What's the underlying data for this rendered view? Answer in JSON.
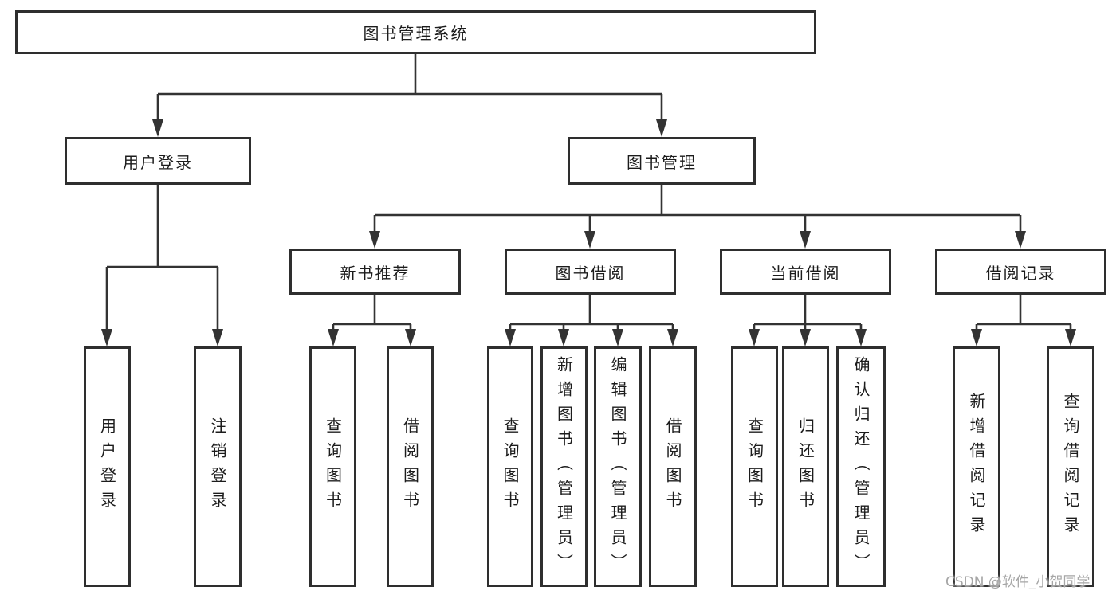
{
  "colors": {
    "line": "#333333",
    "box_border": "#2e2e2e",
    "text": "#1c1c1c",
    "watermark_text": "#a6a6a6",
    "background": "#ffffff"
  },
  "nodes": {
    "root": {
      "label": "图书管理系统"
    },
    "level2": {
      "user_login": {
        "label": "用户登录"
      },
      "book_management": {
        "label": "图书管理"
      }
    },
    "level3": {
      "new_book_recommend": {
        "label": "新书推荐"
      },
      "book_borrowing": {
        "label": "图书借阅"
      },
      "current_borrowing": {
        "label": "当前借阅"
      },
      "borrowing_records": {
        "label": "借阅记录"
      }
    },
    "leaves": {
      "user_login_children": [
        {
          "label": "用户登录"
        },
        {
          "label": "注销登录"
        }
      ],
      "new_book_children": [
        {
          "label": "查询图书"
        },
        {
          "label": "借阅图书"
        }
      ],
      "borrowing_children": [
        {
          "label": "查询图书"
        },
        {
          "label": "新增图书（管理员）"
        },
        {
          "label": "编辑图书（管理员）"
        },
        {
          "label": "借阅图书"
        }
      ],
      "current_children": [
        {
          "label": "查询图书"
        },
        {
          "label": "归还图书"
        },
        {
          "label": "确认归还（管理员）"
        }
      ],
      "records_children": [
        {
          "label": "新增借阅记录"
        },
        {
          "label": "查询借阅记录"
        }
      ]
    }
  },
  "watermark": {
    "text": "CSDN @软件_小贺同学"
  }
}
